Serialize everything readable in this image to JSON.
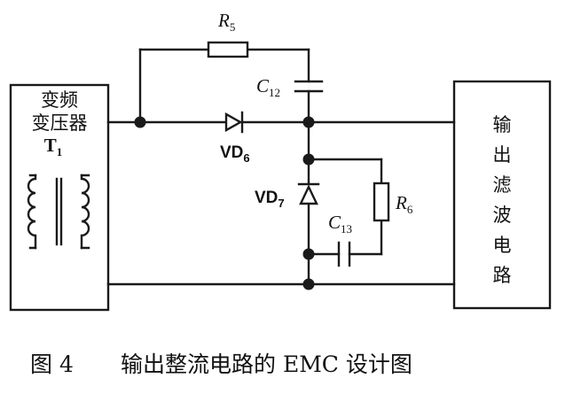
{
  "blocks": {
    "transformer": {
      "line1": "变频",
      "line2": "变压器",
      "ref": "T",
      "ref_sub": "1"
    },
    "output_filter": {
      "chars": [
        "输",
        "出",
        "滤",
        "波",
        "电",
        "路"
      ]
    }
  },
  "components": {
    "r5": {
      "main": "R",
      "sub": "5"
    },
    "c12": {
      "main": "C",
      "sub": "12"
    },
    "vd6": {
      "main": "VD",
      "sub": "6"
    },
    "vd7": {
      "main": "VD",
      "sub": "7"
    },
    "r6": {
      "main": "R",
      "sub": "6"
    },
    "c13": {
      "main": "C",
      "sub": "13"
    }
  },
  "caption": {
    "figure": "图 4",
    "title": "输出整流电路的 EMC 设计图"
  }
}
